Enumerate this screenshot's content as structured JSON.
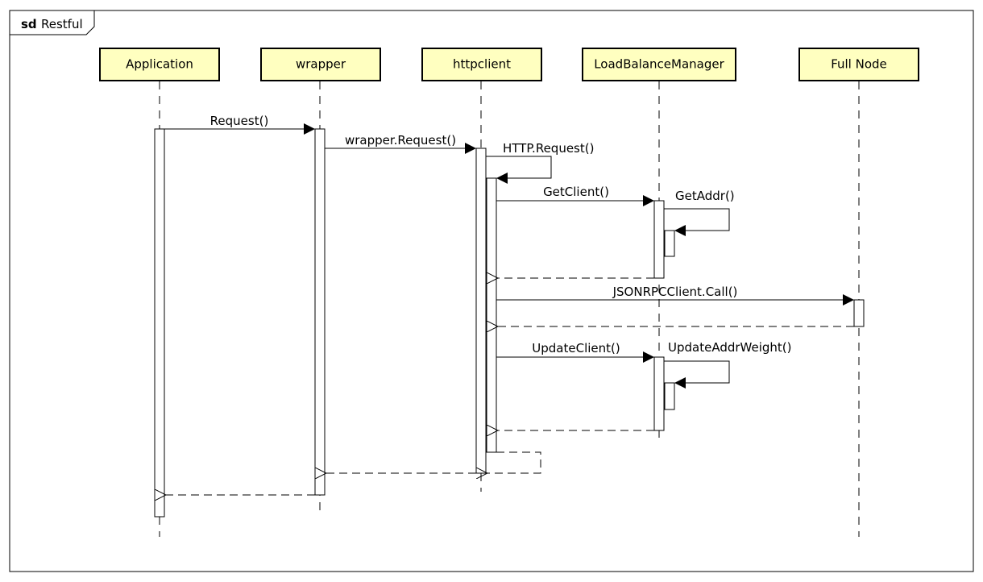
{
  "frame": {
    "kind": "sd",
    "name": "Restful"
  },
  "lifelines": [
    {
      "id": "app",
      "label": "Application"
    },
    {
      "id": "wrap",
      "label": "wrapper"
    },
    {
      "id": "http",
      "label": "httpclient"
    },
    {
      "id": "lbm",
      "label": "LoadBalanceManager"
    },
    {
      "id": "full",
      "label": "Full Node"
    }
  ],
  "messages": [
    {
      "id": "m1",
      "label": "Request()"
    },
    {
      "id": "m2",
      "label": "wrapper.Request()"
    },
    {
      "id": "m3",
      "label": "HTTP.Request()"
    },
    {
      "id": "m4",
      "label": "GetClient()"
    },
    {
      "id": "m5",
      "label": "GetAddr()"
    },
    {
      "id": "m6",
      "label": "JSONRPCClient.Call()"
    },
    {
      "id": "m7",
      "label": "UpdateClient()"
    },
    {
      "id": "m8",
      "label": "UpdateAddrWeight()"
    }
  ],
  "colors": {
    "lifeline_head_fill": "#ffffc0",
    "line": "#000000",
    "background": "#ffffff"
  }
}
